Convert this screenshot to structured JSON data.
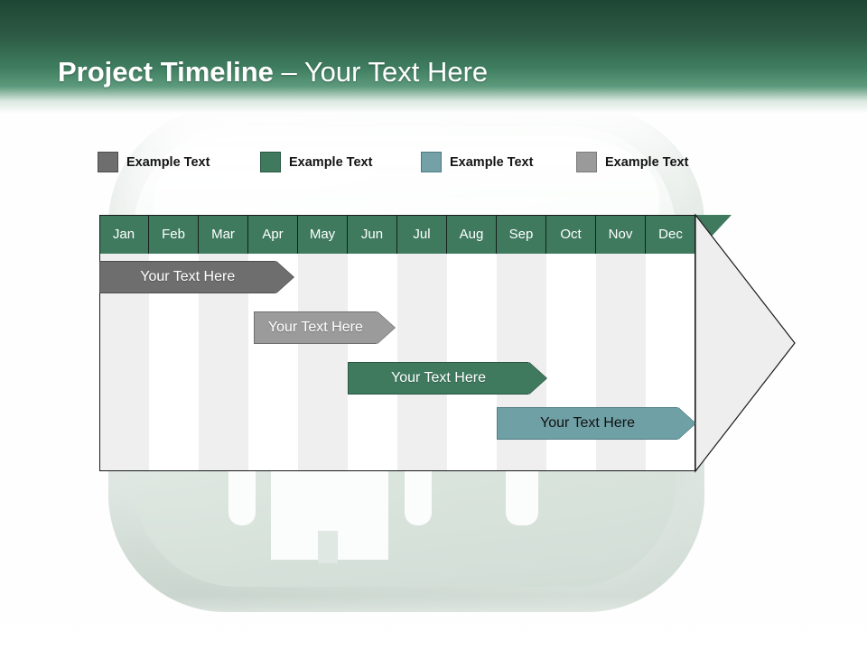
{
  "header": {
    "title_bold": "Project Timeline",
    "title_rest": " – Your Text Here",
    "background_top": "#1e4634",
    "background_bottom": "#9cc0ae"
  },
  "legend": {
    "items": [
      {
        "label": "Example Text",
        "color": "#6e6e6e",
        "border": "#4d4d4d",
        "icon": "legend-swatch-gray-dark"
      },
      {
        "label": "Example Text",
        "color": "#3f7a5f",
        "border": "#2a5642",
        "icon": "legend-swatch-green"
      },
      {
        "label": "Example Text",
        "color": "#74a0a8",
        "border": "#4e7b83",
        "icon": "legend-swatch-teal"
      },
      {
        "label": "Example Text",
        "color": "#9a9a9a",
        "border": "#7a7a7a",
        "icon": "legend-swatch-gray-light"
      }
    ]
  },
  "chart_data": {
    "type": "bar",
    "title": "Project Timeline – Your Text Here",
    "subtype": "gantt",
    "xlabel": "",
    "ylabel": "",
    "categories": [
      "Jan",
      "Feb",
      "Mar",
      "Apr",
      "May",
      "Jun",
      "Jul",
      "Aug",
      "Sep",
      "Oct",
      "Nov",
      "Dec"
    ],
    "axis_range_months": [
      1,
      12
    ],
    "grid": true,
    "legend_position": "top",
    "header_color": "#3f7a5f",
    "header_text_color": "#ffffff",
    "column_stripe_colors": [
      "#efefef",
      "#ffffff"
    ],
    "series": [
      {
        "name": "Example Text",
        "label": "Your  Text Here",
        "color": "#6e6e6e",
        "border": "#4d4d4d",
        "text_color": "#ffffff",
        "start_month": 1,
        "end_month": 4.9,
        "row": 1
      },
      {
        "name": "Example Text",
        "label": "Your  Text Here",
        "color": "#9b9b9b",
        "border": "#6f6f6f",
        "text_color": "#ffffff",
        "start_month": 4.1,
        "end_month": 6.95,
        "row": 2
      },
      {
        "name": "Example Text",
        "label": "Your  Text Here",
        "color": "#3f7a5f",
        "border": "#2a5642",
        "text_color": "#ffffff",
        "start_month": 6.0,
        "end_month": 10.0,
        "row": 3
      },
      {
        "name": "Example Text",
        "label": "Your  Text Here",
        "color": "#6fa0a5",
        "border": "#4e7b83",
        "text_color": "#111111",
        "start_month": 9.0,
        "end_month": 13.0,
        "row": 4
      }
    ]
  },
  "background": {
    "watermark": "glass-plug-icon"
  }
}
